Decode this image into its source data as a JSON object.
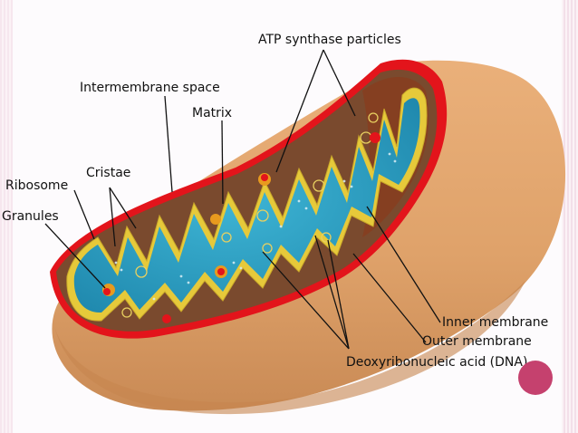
{
  "labels": {
    "atp_synthase": "ATP synthase particles",
    "intermembrane_space": "Intermembrane space",
    "matrix": "Matrix",
    "ribosome": "Ribosome",
    "cristae": "Cristae",
    "granules": "Granules",
    "inner_membrane": "Inner membrane",
    "outer_membrane": "Outer membrane",
    "dna": "Deoxyribonucleic acid (DNA)"
  },
  "colors": {
    "outer_body": "#dfa26a",
    "outer_membrane": "#e3141b",
    "inner_membrane": "#e6c93a",
    "matrix": "#2ea6c8",
    "intermembrane": "#7a4a2e",
    "accent_dot": "#c5416e"
  }
}
